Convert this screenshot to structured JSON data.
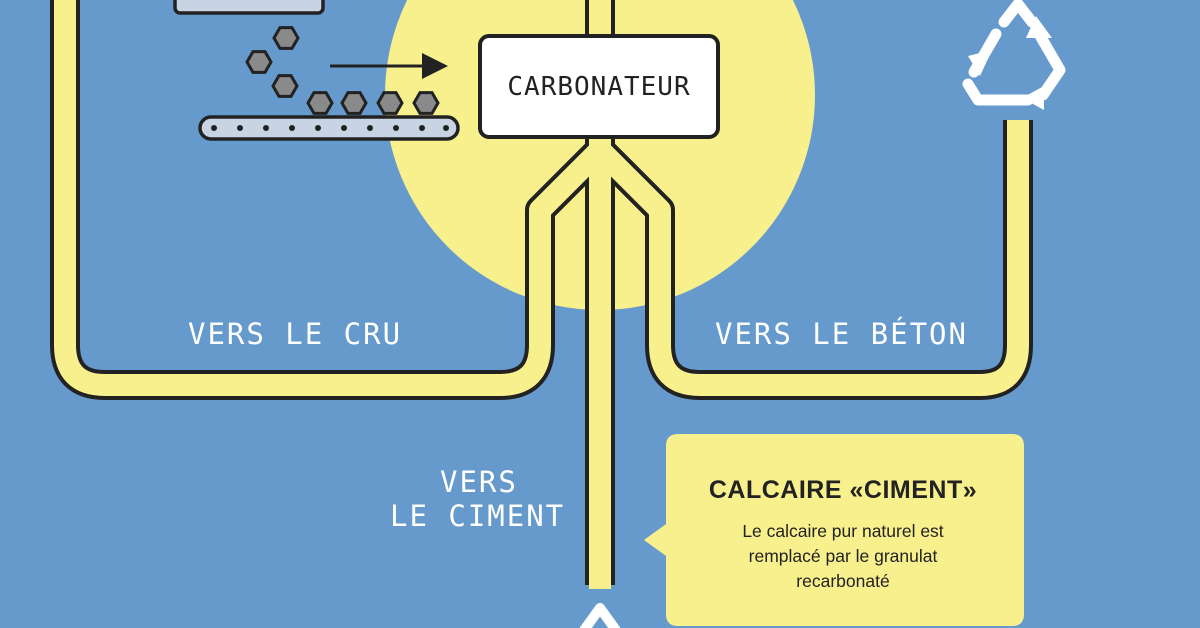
{
  "colors": {
    "background": "#6699cc",
    "pipe": "#f8f08c",
    "outline": "#222222",
    "sun": "#f8f08c",
    "box_fill": "#ffffff",
    "gravel": "#8a8a8a",
    "callout": "#f8f08c",
    "text_on_blue": "#ffffff"
  },
  "diagram": {
    "carbonator_label": "CARBONATEUR",
    "labels": {
      "to_raw": "VERS LE CRU",
      "to_concrete": "VERS LE BÉTON",
      "to_cement_line1": "VERS",
      "to_cement_line2": "LE CIMENT"
    },
    "callout": {
      "title": "CALCAIRE «CIMENT»",
      "body": "Le calcaire pur naturel est remplacé par le granulat recarbonaté"
    },
    "icons": [
      "recycle-icon",
      "recycle-icon"
    ]
  }
}
